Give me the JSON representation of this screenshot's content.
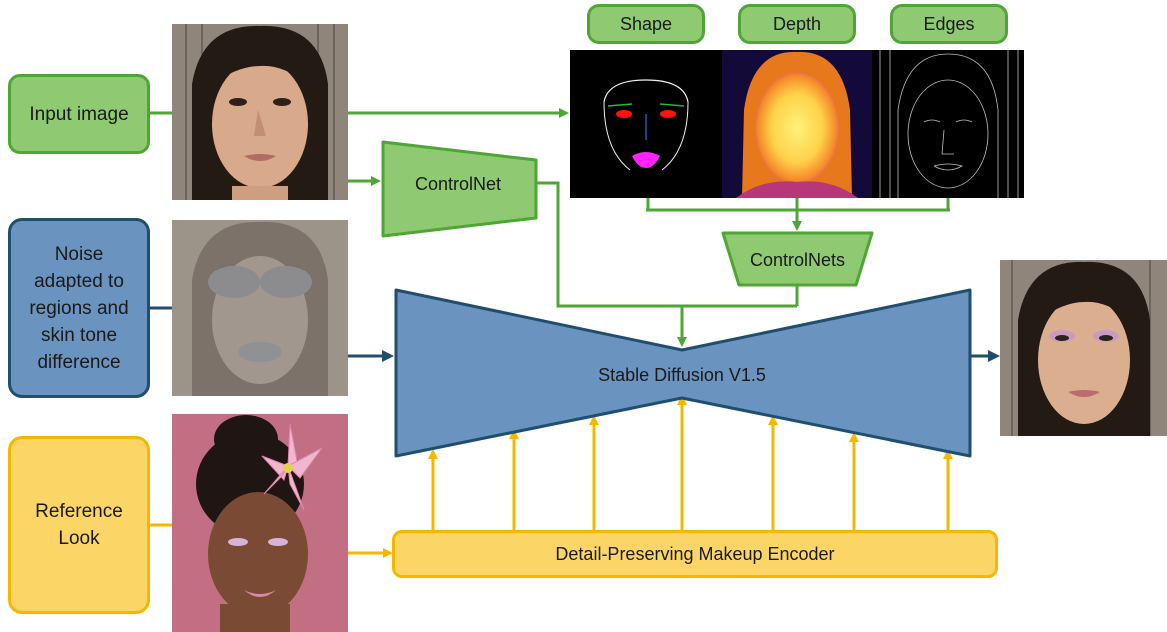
{
  "inputs": {
    "input_image": "Input image",
    "noise": "Noise adapted to regions and skin tone difference",
    "reference": "Reference Look"
  },
  "conditions": [
    "Shape",
    "Depth",
    "Edges"
  ],
  "modules": {
    "controlnet": "ControlNet",
    "controlnets": "ControlNets",
    "stable_diffusion": "Stable Diffusion V1.5",
    "encoder": "Detail-Preserving Makeup Encoder"
  },
  "colors": {
    "green_fill": "#8fca72",
    "green_stroke": "#4ea634",
    "blue_fill": "#6b93bf",
    "blue_stroke": "#1f4e6e",
    "yellow_fill": "#fbd666",
    "yellow_stroke": "#f4b800"
  }
}
